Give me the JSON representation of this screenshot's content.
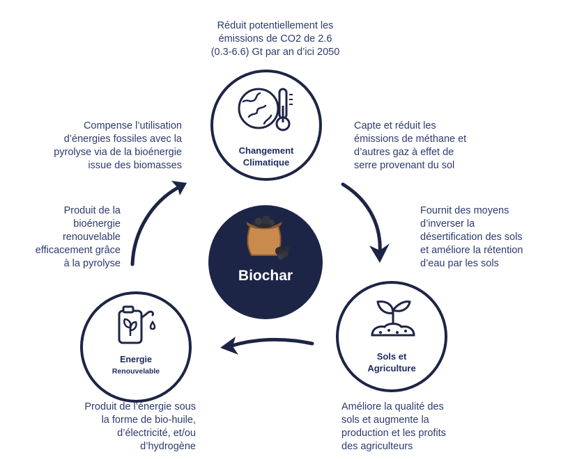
{
  "center": {
    "label": "Biochar"
  },
  "nodes": {
    "climate": {
      "title_line1": "Changement",
      "title_line2": "Climatique"
    },
    "energy": {
      "title_line1": "Energie",
      "title_line2": "Renouvelable"
    },
    "soil": {
      "title_line1": "Sols et",
      "title_line2": "Agriculture"
    }
  },
  "texts": {
    "top": "Réduit potentiellement les\némissions de CO2 de 2.6\n(0.3-6.6) Gt par an d’ici 2050",
    "top_left": "Compense l’utilisation\nd’énergies fossiles avec la\npyrolyse via de la bioénergie\nissue des biomasses",
    "top_right": "Capte et réduit les\némissions de méthane et\nd’autres gaz à effet de\nserre provenant du sol",
    "mid_left": "Produit de la\nbioénergie\nrenouvelable\nefficacement grâce\nà la pyrolyse",
    "mid_right": "Fournit des moyens\nd’inverser la\ndésertification des sols\net améliore la rétention\nd’eau par les sols",
    "bottom_left": "Produit de l’énergie sous\nla forme de bio-huile,\nd’électricité, et/ou\nd’hydrogène",
    "bottom_right": "Améliore la qualité des\nsols et augmente la\nproduction et les profits\ndes agriculteurs"
  },
  "colors": {
    "navy": "#1d2546",
    "text": "#2d3a6e",
    "bag": "#c98a4e",
    "bag_dark": "#8a5a30",
    "coal": "#2c2c34"
  },
  "icons": [
    "globe-thermometer-icon",
    "fuel-can-leaf-icon",
    "sprout-soil-icon",
    "biochar-bag-icon"
  ]
}
